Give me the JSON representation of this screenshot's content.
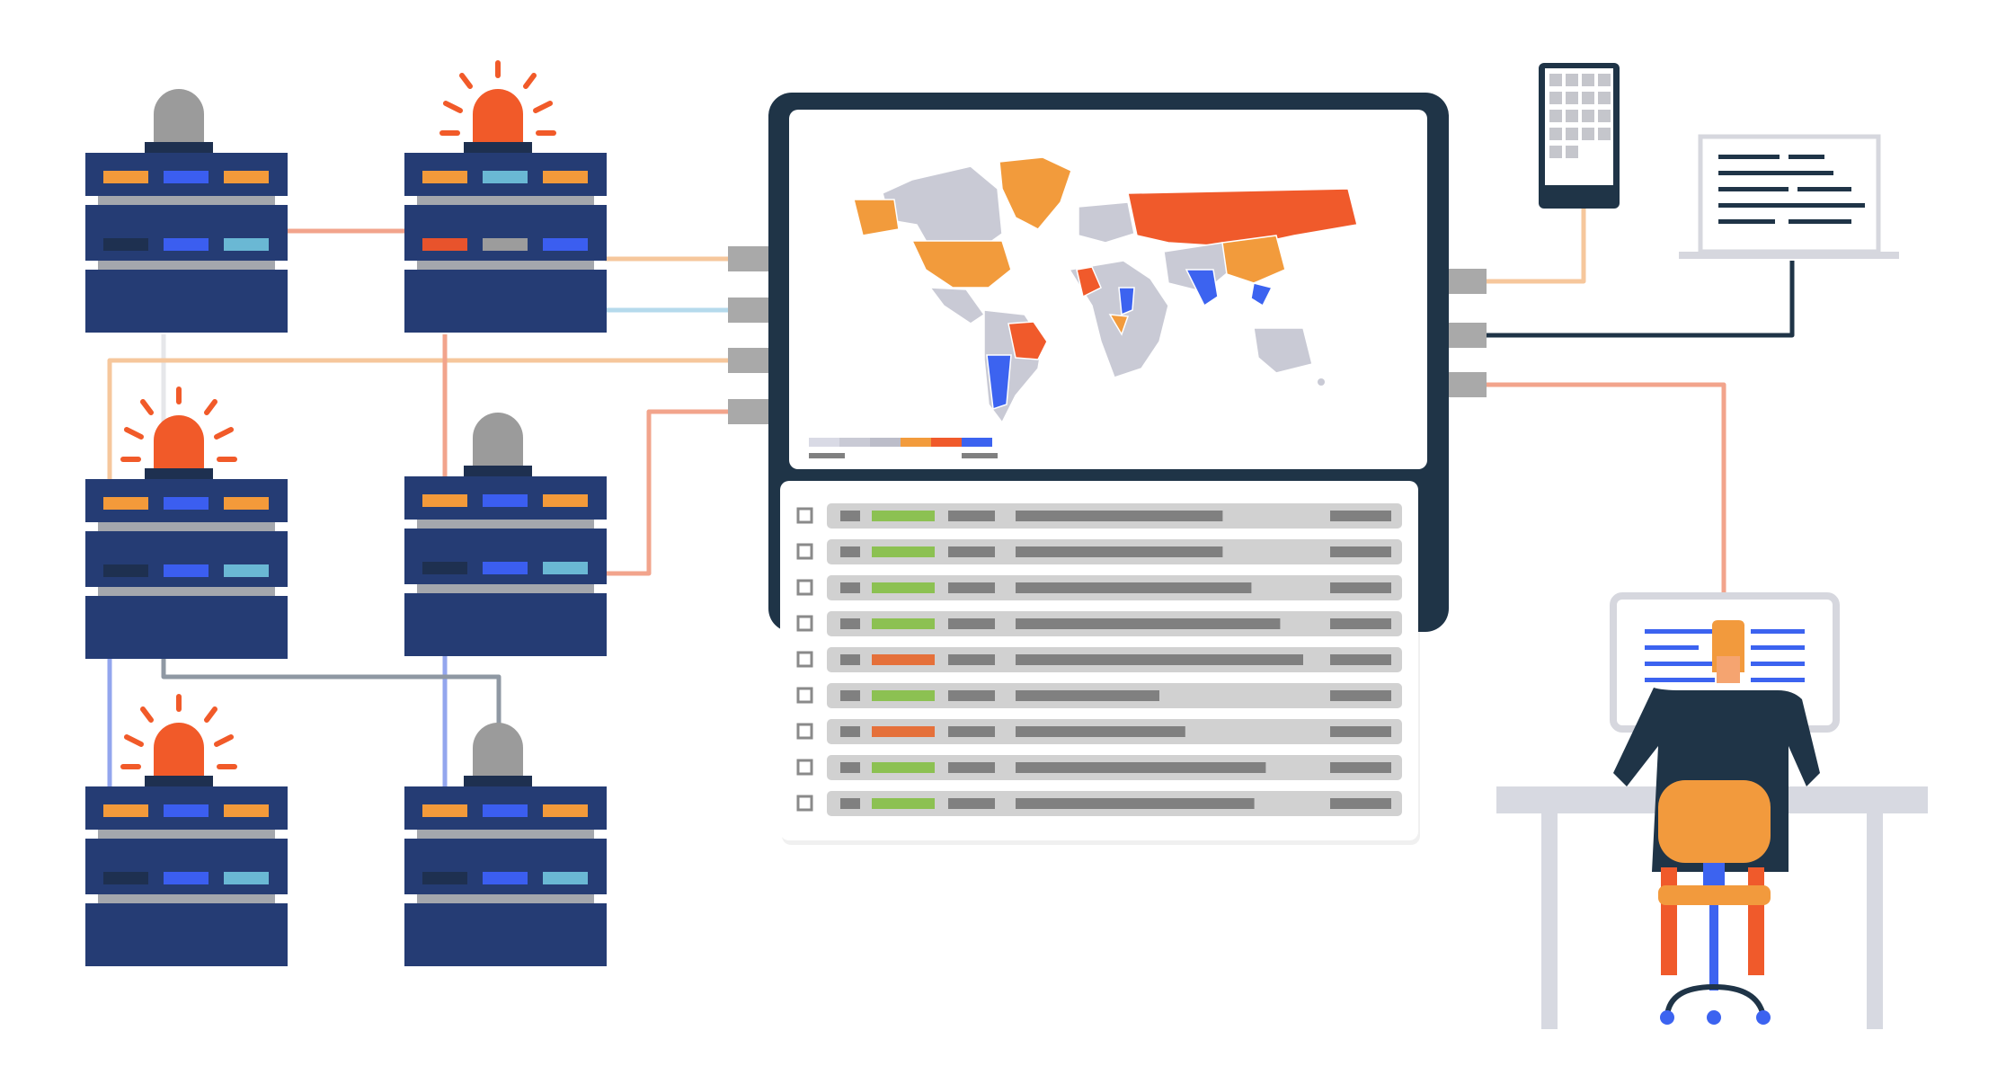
{
  "colors": {
    "rack_navy": "#253c74",
    "rack_trim": "#a4a7ad",
    "rack_dark_led": "#1e3050",
    "led_orange": "#f39a3a",
    "led_blue": "#3b5ef0",
    "led_cyan": "#6ab8d4",
    "led_gray": "#9c9c9c",
    "led_red": "#e8532c",
    "alarm_active": "#f15a29",
    "alarm_idle": "#9b9b9b",
    "monitor_frame": "#1f3447",
    "wire_peach": "#f6c79c",
    "wire_lightblue": "#b5daec",
    "wire_salmon": "#f2a48c",
    "wire_navy": "#1f3447",
    "wire_periwinkle": "#93a6ee",
    "wire_slate": "#8f98a3",
    "wire_pale": "#e6e7ea",
    "map_gray": "#c9cad5",
    "map_orange": "#f29b3c",
    "map_red": "#f05a2b",
    "map_blue": "#3c63f0",
    "status_ok": "#8cc152",
    "status_alert": "#e5703a",
    "row_bg": "#d1d1d1",
    "row_bar": "#808080",
    "desk": "#d7d9e1",
    "chair": "#f29a3d",
    "person_hair": "#f29a3d",
    "person_body": "#1f3447",
    "person_legs": "#f05a2b",
    "chair_base": "#3c63f0",
    "laptop_line": "#1f3447",
    "screen_line": "#3c63f0"
  },
  "racks": [
    {
      "name": "rack-top-left",
      "alarm": "idle",
      "leds": [
        [
          "orange",
          "blue",
          "orange"
        ],
        [
          "dark",
          "blue",
          "cyan"
        ]
      ]
    },
    {
      "name": "rack-top-right",
      "alarm": "active",
      "leds": [
        [
          "orange",
          "cyan",
          "orange"
        ],
        [
          "red",
          "gray",
          "blue"
        ]
      ]
    },
    {
      "name": "rack-middle-left",
      "alarm": "active",
      "leds": [
        [
          "orange",
          "blue",
          "orange"
        ],
        [
          "dark",
          "blue",
          "cyan"
        ]
      ]
    },
    {
      "name": "rack-middle-right",
      "alarm": "idle",
      "leds": [
        [
          "orange",
          "blue",
          "orange"
        ],
        [
          "dark",
          "blue",
          "cyan"
        ]
      ]
    },
    {
      "name": "rack-bottom-left",
      "alarm": "active",
      "leds": [
        [
          "orange",
          "blue",
          "orange"
        ],
        [
          "dark",
          "blue",
          "cyan"
        ]
      ]
    },
    {
      "name": "rack-bottom-right",
      "alarm": "idle",
      "leds": [
        [
          "orange",
          "blue",
          "orange"
        ],
        [
          "dark",
          "blue",
          "cyan"
        ]
      ]
    }
  ],
  "dashboard": {
    "legend_swatches": [
      "#d9dae5",
      "#c9cad5",
      "#bcbdc9",
      "#f29b3c",
      "#f05a2b",
      "#3c63f0"
    ],
    "rows": [
      {
        "status": "ok",
        "bar_length": 0.72
      },
      {
        "status": "ok",
        "bar_length": 0.72
      },
      {
        "status": "ok",
        "bar_length": 0.82
      },
      {
        "status": "ok",
        "bar_length": 0.92
      },
      {
        "status": "alert",
        "bar_length": 1.0
      },
      {
        "status": "ok",
        "bar_length": 0.5
      },
      {
        "status": "alert",
        "bar_length": 0.59
      },
      {
        "status": "ok",
        "bar_length": 0.87
      },
      {
        "status": "ok",
        "bar_length": 0.83
      }
    ]
  },
  "icons": [
    "alarm-light-icon",
    "server-rack-icon",
    "world-map-icon",
    "checkbox-icon",
    "tablet-icon",
    "laptop-icon",
    "desktop-monitor-icon",
    "person-icon",
    "office-chair-icon",
    "desk-icon"
  ]
}
